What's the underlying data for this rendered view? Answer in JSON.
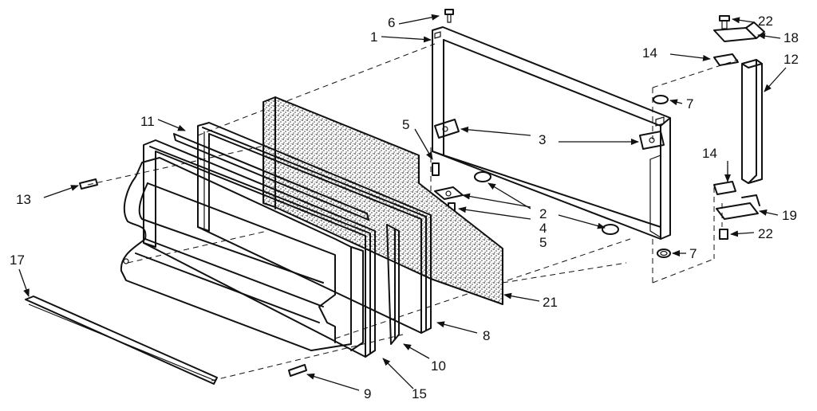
{
  "callouts": {
    "c1": "1",
    "c2a": "2",
    "c3": "3",
    "c4": "4",
    "c5a": "5",
    "c5b": "5",
    "c6": "6",
    "c7a": "7",
    "c7b": "7",
    "c8": "8",
    "c9": "9",
    "c10": "10",
    "c11": "11",
    "c12": "12",
    "c13": "13",
    "c14a": "14",
    "c14b": "14",
    "c15": "15",
    "c17": "17",
    "c18": "18",
    "c19": "19",
    "c21": "21",
    "c22a": "22",
    "c22b": "22"
  },
  "colors": {
    "ink": "#111111",
    "paper": "#ffffff",
    "insulation": "#3a3a3a"
  }
}
